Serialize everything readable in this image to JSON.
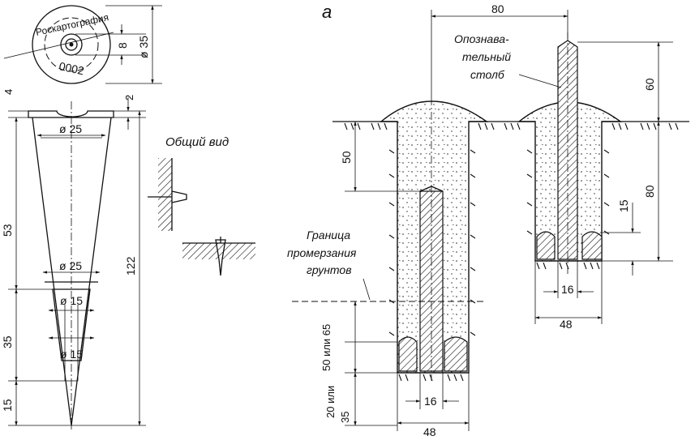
{
  "panel_letter": "а",
  "plaque": {
    "ring_text": "Роскартография",
    "number": "0002",
    "dim_hole": "8",
    "dim_diameter": "ø 35"
  },
  "anchor": {
    "dim_top": "4",
    "dim_collar": "2",
    "dim_d25_top": "ø 25",
    "dim_d25_mid": "ø 25",
    "dim_d15_a": "ø 15",
    "dim_d15_b": "ø 15",
    "dim_53": "53",
    "dim_35": "35",
    "dim_15": "15",
    "dim_122": "122"
  },
  "general_view": {
    "label": "Общий вид"
  },
  "post": {
    "label_line1": "Опознава-",
    "label_line2": "тельный",
    "label_line3": "столб",
    "frost_line1": "Граница",
    "frost_line2": "промерзания",
    "frost_line3": "грунтов",
    "dim_80_top": "80",
    "dim_60": "60",
    "dim_80_right": "80",
    "dim_15_right": "15",
    "dim_16_right": "16",
    "dim_48_right": "48",
    "dim_50": "50",
    "dim_50_65": "50 или 65",
    "dim_20_35": "20 или",
    "dim_35_small": "35",
    "dim_16_left": "16",
    "dim_48_left": "48"
  }
}
